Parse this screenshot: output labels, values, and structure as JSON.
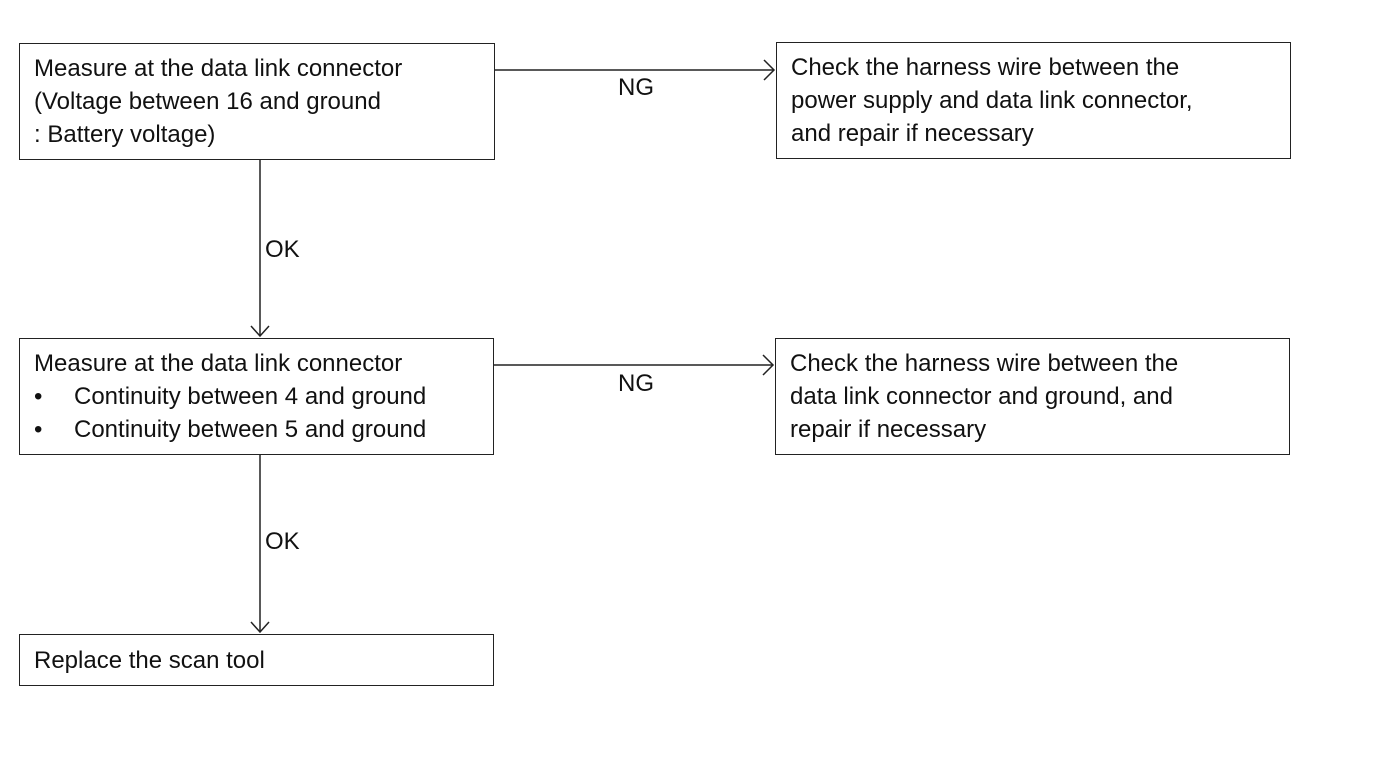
{
  "boxes": {
    "measure_voltage": {
      "lines": [
        "Measure at the data link connector",
        "(Voltage between 16 and ground",
        ": Battery voltage)"
      ]
    },
    "check_power_harness": {
      "lines": [
        "Check the harness wire between the",
        "power supply and data link connector,",
        "and repair if necessary"
      ]
    },
    "measure_continuity": {
      "heading": "Measure at the data link connector",
      "bullet_symbol": "•",
      "bullets": [
        "Continuity between 4 and ground",
        "Continuity between 5 and ground"
      ]
    },
    "check_ground_harness": {
      "lines": [
        "Check the harness wire between the",
        "data link connector and ground, and",
        "repair if necessary"
      ]
    },
    "replace_scan_tool": {
      "label": "Replace the scan tool"
    }
  },
  "connectors": {
    "ng_top": "NG",
    "ok_top": "OK",
    "ng_bottom": "NG",
    "ok_bottom": "OK"
  }
}
